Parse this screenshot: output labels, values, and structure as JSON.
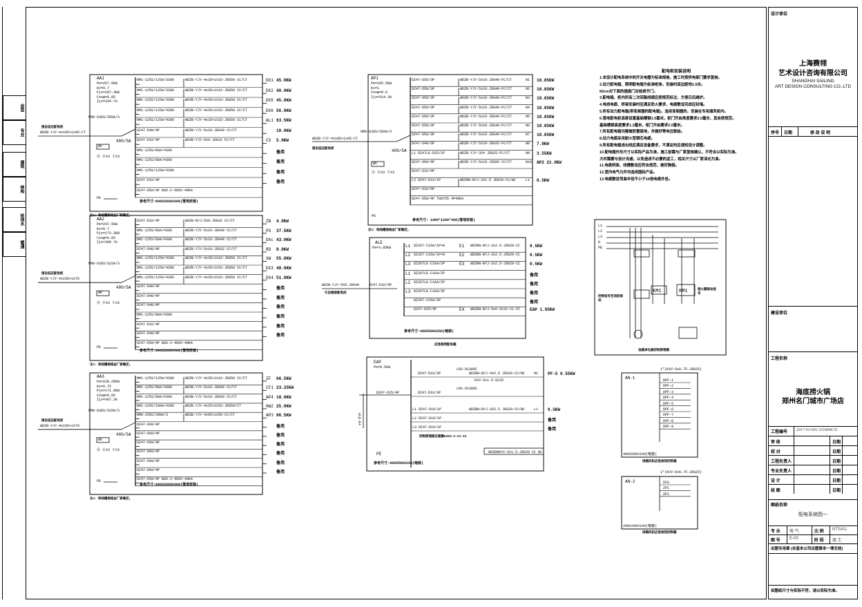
{
  "title_block": {
    "design_unit_label": "设计单位",
    "company_cn_1": "上海赛翎",
    "company_cn_2": "艺术设计咨询有限公司",
    "company_en_1": "SHANGHAI SAILING",
    "company_en_2": "ART DESIGN CONSULTING CO.,LTD",
    "rev_headers": [
      "序号",
      "日期",
      "修 改 说 明"
    ],
    "client_label": "建设单位",
    "project_label": "工程名称",
    "project_name_1": "海底捞火锅",
    "project_name_2": "郑州名门城市广场店",
    "project_no_label": "工程编号",
    "project_no": "2017-03-001-ZZMMCD",
    "sign_rows": [
      {
        "label": "审 核",
        "date": "日期"
      },
      {
        "label": "校 对",
        "date": "日期"
      },
      {
        "label": "工程负责人",
        "date": "日期"
      },
      {
        "label": "专业负责人",
        "date": "日期"
      },
      {
        "label": "设 计",
        "date": "日期"
      },
      {
        "label": "绘 图",
        "date": "日期"
      }
    ],
    "drawing_name_label": "图纸名称",
    "drawing_name": "配电系统图一",
    "discipline_label": "专 业",
    "discipline": "电 气",
    "scale_label": "比 例",
    "scale": "NTS/A1",
    "drawing_no_label": "图 号",
    "drawing_no": "E-03",
    "stage_label": "阶 段",
    "stage": "施 工",
    "copyright": "出图专用章 (未盖本公司出图章本一律无效)",
    "footer_note": "如图纸尺寸与实际不符，请以实际为准。"
  },
  "binding_strip": [
    "会签",
    "专业",
    "建筑",
    "结构",
    "给排水",
    "暖通"
  ],
  "panel_aa1": {
    "name": "AA1",
    "params": [
      "Pe=267.5KW",
      "Kx=0.7",
      "Pjs=187.3KW",
      "Cosφ=0.85",
      "Ijs=334.7A"
    ],
    "incoming_cable": "WDZB-YJY-4x185+1x95-CT",
    "incoming_note": "接自低压配电柜",
    "breaker": "NM8-630S/350A/3",
    "ct": "400/5A",
    "meter": "Wh",
    "instruments": "Ⓐ ④X3 ⏀X3",
    "pe": "PE",
    "size": "参考尺寸:600X2000X400(落地安装)",
    "note": "注1：母线槽规格由厂家确定。",
    "circuits": [
      {
        "brk": "NM1-125S/125A/3300",
        "cable": "WDZB-YJY-4x35+1X16-JDG50 CC/CT",
        "id": "DX1",
        "load": "45.0KW"
      },
      {
        "brk": "NM1-125S/125A/3300",
        "cable": "WDZB-YJY-4x35+1X16-JDG50 CC/CT",
        "id": "DX2",
        "load": "48.0KW"
      },
      {
        "brk": "NM1-125S/125A/3300",
        "cable": "WDZB-YJY-4x35+1X16-JDG50 CC/CT",
        "id": "DX5",
        "load": "45.0KW"
      },
      {
        "brk": "NM1-125S/125A/4300",
        "cable": "WDZB-YJY-4x35+1X16-JDG50 CC/CT",
        "id": "DX6",
        "load": "56.0KW"
      },
      {
        "brk": "NM1-125S/125A/4300",
        "cable": "WDZB-YJY-4x35+1X16-JDG50 CC/CT",
        "id": "AL1",
        "load": "63.5KW"
      },
      {
        "brk": "DZ47-D40/4P",
        "cable": "WDZB-YJY-5x10-JDG40 CC/CT",
        "id": "",
        "load": "10.0KW"
      },
      {
        "brk": "DZ47-D32/4P",
        "cable": "WDZB-YJY-5X6-JDG32 FC/CT",
        "id": "CS",
        "load": "5.0KW"
      },
      {
        "brk": "NM1-125S/80A/4300",
        "cable": "",
        "id": "",
        "load": "备用"
      },
      {
        "brk": "NM1-125S/80A/4300",
        "cable": "",
        "id": "",
        "load": "备用"
      },
      {
        "brk": "NM1-125S/125A/4300",
        "cable": "",
        "id": "",
        "load": "备用"
      },
      {
        "brk": "DZ47-D32/4P",
        "cable": "",
        "id": "",
        "load": "备用"
      },
      {
        "brk": "DZ47-D50/4P NU6-2-460V-40KA",
        "cable": "",
        "id": "",
        "load": ""
      }
    ]
  },
  "panel_aa2": {
    "name": "AA2",
    "params": [
      "Pe=247.5KW",
      "Kx=0.7",
      "Pjs=173.3KW",
      "Cosφ=0.85",
      "Ijs=309.7A"
    ],
    "incoming_cable": "WDZB-YJY-4x150+1X70",
    "incoming_note": "接自低压配电柜",
    "breaker": "NM8-630S/315A/3",
    "ct": "400/5A",
    "meter": "Wh",
    "instruments": "Ⓐ ④X3 ⏀X3",
    "pe": "PE",
    "size": "参考尺寸:600X2000X400(落地安装)",
    "note": "注1：母线槽规格由厂家确定。",
    "circuits": [
      {
        "brk": "DZ47-D32/4P",
        "cable": "WDZB-BYJ-5X6-JDG32 CC/CT",
        "id": "ZB",
        "load": "4.0KW"
      },
      {
        "brk": "NM1-125S/80A/4300",
        "cable": "WDZB-YJY-5x16-JDG40 CC/CT",
        "id": "PG",
        "load": "37.5KW"
      },
      {
        "brk": "NM1-125S/80A/4300",
        "cable": "WDZB-YJY-5x16-JDG40 CC/CT",
        "id": "DXc",
        "load": "43.0KW"
      },
      {
        "brk": "DZ47-D40/4P",
        "cable": "WDZB-YJY-5x10-JDG32 CC/CT",
        "id": "RD",
        "load": "9.0KW"
      },
      {
        "brk": "NM1-125S/125A/4300",
        "cable": "WDZB-YJY-4x35+1X16-JDG50 CC/CT",
        "id": "XW",
        "load": "55.0KW"
      },
      {
        "brk": "NM1-125S/125A/4300",
        "cable": "WDZB-YJY-4x35+1X16-JDG50 CC/CT",
        "id": "DX3",
        "load": "48.0KW"
      },
      {
        "brk": "NM1-125S/125A/4300",
        "cable": "WDZB-YJY-4x35+1X16-JDG50 CC/CT",
        "id": "DX4",
        "load": "51.0KW"
      },
      {
        "brk": "DZ47-D40/4P",
        "cable": "",
        "id": "",
        "load": "备用"
      },
      {
        "brk": "DZ47-D40/4P",
        "cable": "",
        "id": "",
        "load": "备用"
      },
      {
        "brk": "DZ47-D40/4P",
        "cable": "",
        "id": "",
        "load": "备用"
      },
      {
        "brk": "NM1-125S/80A/4300",
        "cable": "",
        "id": "",
        "load": "备用"
      },
      {
        "brk": "DZ47-D32/4P",
        "cable": "",
        "id": "",
        "load": "备用"
      },
      {
        "brk": "DZ47-D40/4P",
        "cable": "",
        "id": "",
        "load": "备用"
      },
      {
        "brk": "DZ47-D50/4P NU6-2-460V-40KA",
        "cable": "",
        "id": "",
        "load": ""
      }
    ]
  },
  "panel_aa3": {
    "name": "AA3",
    "params": [
      "Pe=228.25KW",
      "Kx=0.75",
      "Pjs=171.9KW",
      "Cosφ=0.85",
      "Ijs=307.3A"
    ],
    "incoming_cable": "WDZB-YJY-4x150+1X70",
    "incoming_note": "接自低压配电柜",
    "breaker": "NM8-630S/315A/3",
    "ct": "400/5A",
    "meter": "Wh",
    "instruments": "Ⓐ ④X3 ⏀X3",
    "pe": "PE",
    "size": "参考尺寸:600X2000X400(落地安装)",
    "note": "注1：母线槽规格由厂家确定。",
    "circuits": [
      {
        "brk": "NM1-125S/125A/4300",
        "cable": "WDZB-YJY-4x35+1X16-JDG50 CC/CT",
        "id": "ZF",
        "load": "66.5KW"
      },
      {
        "brk": "NM1-125S/80A/4300",
        "cable": "WDZB-YJY-5x16-JDG50 CC/CT",
        "id": "CF1",
        "load": "23.25KW"
      },
      {
        "brk": "NM1-125S/80A/4300",
        "cable": "WDZB-YJY-5x16-JDG50 CC/CT",
        "id": "AP4",
        "load": "18.0KW"
      },
      {
        "brk": "NM1-125S/100A/4300",
        "cable": "WDZB-YJY-4x25+1X16-JDG50/CT",
        "id": "HW2",
        "load": "25.0KW"
      },
      {
        "brk": "NM8-250S/200A/3",
        "cable": "WDZB-YJY-4x95+1X50-CC/CT",
        "id": "AP3",
        "load": "96.5KW"
      },
      {
        "brk": "DZ47-D60/4P",
        "cable": "",
        "id": "",
        "load": "备用"
      },
      {
        "brk": "DZ47-D60/4P",
        "cable": "",
        "id": "",
        "load": "备用"
      },
      {
        "brk": "DZ47-D60/4P",
        "cable": "",
        "id": "",
        "load": "备用"
      },
      {
        "brk": "DZ47-D60/4P",
        "cable": "",
        "id": "",
        "load": "备用"
      },
      {
        "brk": "DZ47-D60/4P",
        "cable": "",
        "id": "",
        "load": "备用"
      },
      {
        "brk": "DZ47-D60/4P",
        "cable": "",
        "id": "",
        "load": "备用"
      },
      {
        "brk": "DZ47-D50/4P NU6-2-460V-40KA",
        "cable": "",
        "id": "",
        "load": ""
      }
    ]
  },
  "panel_ap1": {
    "name": "AP1",
    "params": [
      "Pe=165.5KW",
      "Kx=1",
      "Cosφ=0.8",
      "Ijs=314.3A"
    ],
    "incoming_cable": "WDZB-YJY-4x185+1x95-CT",
    "incoming_note": "接自低压配电柜",
    "breaker": "NM8-630S/350A/3",
    "ct": "400/5A",
    "meter": "Wh",
    "instruments": "Ⓐ ④X3 ⏀X3",
    "pe": "PE",
    "size": "参考尺寸: 1000*1200*400(落地安装)",
    "note": "注1：母线槽规格由厂家确定。",
    "circuits": [
      {
        "brk": "DZ47-D50/3P",
        "cable": "WDZB-YJY-5x16-JDG40-FC/CT",
        "id": "N1",
        "load": "18.85KW"
      },
      {
        "brk": "DZ47-D50/3P",
        "cable": "WDZB-YJY-5x16-JDG40-FC/CT",
        "id": "N2",
        "load": "18.85KW"
      },
      {
        "brk": "DZ47-D50/3P",
        "cable": "WDZB-YJY-5x16-JDG40-FC/CT",
        "id": "N3",
        "load": "18.85KW"
      },
      {
        "brk": "DZ47-D50/3P",
        "cable": "WDZB-YJY-5x16-JDG40-FC/CT",
        "id": "N4",
        "load": "18.85KW"
      },
      {
        "brk": "DZ47-D50/3P",
        "cable": "WDZB-YJY-5x16-JDG40-FC/CT",
        "id": "N5",
        "load": "18.85KW"
      },
      {
        "brk": "DZ47-D50/3P",
        "cable": "WDZB-YJY-5x16-JDG40-FC/CT",
        "id": "N6",
        "load": "18.85KW"
      },
      {
        "brk": "DZ47-D50/3P",
        "cable": "WDZB-YJY-5x16-JDG40-FC/CT",
        "id": "N7",
        "load": "18.85KW"
      },
      {
        "brk": "DZ47-D40/3P",
        "cable": "WDZB-YJY-5x10-JDG32-FC/CT",
        "id": "N8",
        "load": "7.8KW"
      },
      {
        "brk": "L1 DZ47LE-D25/1P",
        "cable": "WDZB-YJY-3X4 JDG25-FC/CT",
        "id": "N9",
        "load": "3.55KW"
      },
      {
        "brk": "DZ47-D60/4P",
        "cable": "WDZB-YJY-5x16-JDG50 CC/CT",
        "id": "N10",
        "load": "AP2 21.0KW"
      },
      {
        "brk": "DZ47-D32/4P",
        "cable": "",
        "id": "",
        "load": ""
      },
      {
        "brk": "L2 DZ47-D16/1P",
        "cable": "WDZBN-BYJ-3X2.5 JDG20-CC/WC",
        "id": "L1",
        "load": "0.5KW"
      },
      {
        "brk": "DZ47-D32/4P",
        "cable": "",
        "id": "",
        "load": ""
      },
      {
        "brk": "DZ47-D50/4P TGDY55 4P40KA",
        "cable": "",
        "id": "",
        "load": ""
      }
    ]
  },
  "panel_ale": {
    "name": "ALE",
    "params": [
      "Pe=3.05KW"
    ],
    "incoming_cable": "WDZB-YJY-5X6-JDG40",
    "incoming_note": "引自楼层配电间",
    "main": "DZ47-D32/4P",
    "size": "参考尺寸:400X500X250(暗装)",
    "title": "应急照明配电箱",
    "circuits": [
      {
        "ph": "L1",
        "brk": "DZ267-C16A/1P+N",
        "id": "E1",
        "cable": "WDZBN-BYJ-3x2.5-JDG20-CC",
        "load": "0.5KW"
      },
      {
        "ph": "L2",
        "brk": "DZ267-C16A/1P+N",
        "id": "E2",
        "cable": "WDZBN-BYJ-3x2.5-JDG20-CC",
        "load": "0.5KW"
      },
      {
        "ph": "L3",
        "brk": "DZ267LE-C16A/2P",
        "id": "E3",
        "cable": "WDZBN-BYJ-3x2.5-JDG20-CC",
        "load": "0.5KW"
      },
      {
        "ph": "L1",
        "brk": "DZ267LE-C16A/2P",
        "id": "",
        "cable": "",
        "load": "备用"
      },
      {
        "ph": "L2",
        "brk": "DZ267LE-C16A/2P",
        "id": "",
        "cable": "",
        "load": "备用"
      },
      {
        "ph": "L3",
        "brk": "DZ267LE-C16A/3P",
        "id": "",
        "cable": "",
        "load": "备用"
      },
      {
        "ph": "",
        "brk": "DZ267-C25A/3P",
        "id": "",
        "cable": "",
        "load": "备用"
      },
      {
        "ph": "",
        "brk": "DZ47-D25/4P",
        "id": "E4",
        "cable": "WDZBN-BYJ-5x6-SC32-CC.FC",
        "load": "EAP 1.05KW"
      }
    ]
  },
  "panel_eap": {
    "name": "EAP",
    "params": [
      "Pe=0.5KW"
    ],
    "incoming": "ALE-E4",
    "main": "DZ47-D25/4P",
    "size": "参考尺寸:400X500X160(暗装)",
    "circuits": [
      {
        "brk": "DZ47-D16/3P",
        "ctrl": "LR2-D1306C",
        "cable": "WDZBN-BYJ-4X2.5 JDG20-CC/WC",
        "id": "N1",
        "load": "PF-5 0.55KW"
      },
      {
        "brk": "DZ47-D16/3P",
        "ctrl": "LR2-D1306C",
        "cable": "KVV-5x1.5-SC25",
        "id": "",
        "load": ""
      },
      {
        "brk": "L1 DZ47-D16/1P",
        "ctrl": "",
        "cable": "WDZBN-BYJ-3X2.5 JDG20-CC/WC",
        "id": "L1",
        "load": "0.5KW"
      },
      {
        "brk": "L2 DZ47-D16/1P",
        "ctrl": "",
        "cable": "",
        "id": "",
        "load": "备用"
      },
      {
        "brk": "L3 DZ47-D16/1P",
        "ctrl": "",
        "cable": "",
        "id": "",
        "load": "备用"
      }
    ],
    "std": "控制原理图见图集D303-2-21-22",
    "bottom_cable": "WDZBNKVV-5x1.5-JDG20 CC WC"
  },
  "notes": {
    "heading": "配电柜安装说明",
    "items": [
      "1.本设计配电系统中的开关电器为标准规格，施工时按供电部门要求复核。",
      "2.动力配电箱、照明配电箱为标准柜体，安装时底边距地1.5米。",
      "   60cm对下面的插座门及检修开门。",
      "3.配电箱、柜内所有二次回路线缆应按规范标注，方便日后维护。",
      "4.电线电缆、桥架安装时应满足防火要求，电缆敷设完成应封堵。",
      "5.所有动力配电箱(带变频器的配电箱)，选用变频器的，安装在专用通风柜内。",
      "6.落地配电柜底部设置基础槽钢1.5毫米，柜门开启角度要求2.0毫米，其余按规范。",
      "   基础槽钢高度要求1.2毫米，柜门开启要求2.0毫米。",
      "7.所有配电箱均需做防雷接地，并做好等电位联结。",
      "8.动力电缆采用耐火型铜芯电缆。",
      "9.所有配电箱进出线应满足设备要求，不满足的应通知设计调整。",
      "10.配电箱外形尺寸以实际产品为准，施工前需与厂家复核确认，不符合以实际为准。",
      "   大时需要与设计沟通，以免造成不必要的返工，相关尺寸以厂家深化为准。",
      "11.电缆桥架、线槽敷设应符合规范，做好跨接。",
      "12.室内电气元件均选用国标产品。",
      "13.电缆敷设弯曲半径不小于10倍电缆外径。"
    ]
  },
  "control_diagram": {
    "caption": "油烟净化器控制原理图",
    "phases": [
      "L1",
      "L2",
      "L3",
      "N",
      "PE"
    ],
    "labels": [
      "KM1",
      "KM1",
      "FR"
    ],
    "note_left": "控制信号至消防联动",
    "note_right": "接火警联动信号"
  },
  "an1": {
    "name": "AN-1",
    "cable": "1*(KVV-5x0.75-JDG25)",
    "items": [
      "DPF-1",
      "DPF-2",
      "DPF-3",
      "DPF-4",
      "DPF-5",
      "DPF-6",
      "DPF-7",
      "DPF-8",
      "DPF-9"
    ],
    "size": "400X500X160(暗装)",
    "caption": "排烟风机应急按钮控制箱"
  },
  "an2": {
    "name": "AN-2",
    "cable": "1*(KVV-5x0.75-JDG25)",
    "items": [
      "DCG",
      "ZFC",
      "ZFC"
    ],
    "size": "280X280X160(暗装)",
    "caption": "排烟风机应急按钮控制箱"
  }
}
